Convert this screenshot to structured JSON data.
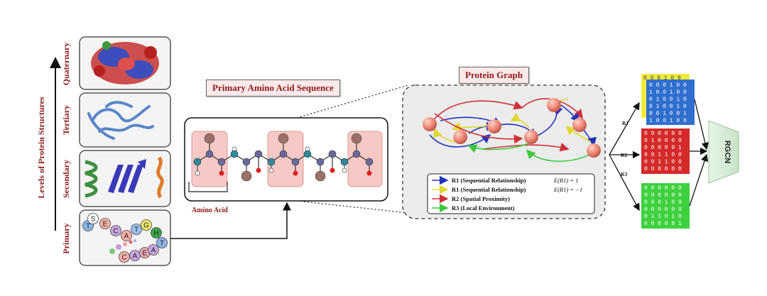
{
  "axis_label": "Levels of Protein Structures",
  "levels": [
    {
      "label": "Quaternary"
    },
    {
      "label": "Tertiary"
    },
    {
      "label": "Secondary"
    },
    {
      "label": "Primary"
    }
  ],
  "primary_letters": [
    "T",
    "S",
    "E",
    "C",
    "A",
    "T",
    "G",
    "H",
    "T",
    "C",
    "A",
    "E",
    "A"
  ],
  "sequence_title": "Primary Amino Acid Sequence",
  "amino_acid_label": "Amino Acid",
  "graph_title": "Protein Graph",
  "legend": [
    {
      "label": "R1 (Sequential Relationship)",
      "formula": "E(R1) = 1",
      "color": "#2233bb"
    },
    {
      "label": "R1 (Sequential Relationship)",
      "formula": "E(R1) = −1",
      "color": "#e8e23a"
    },
    {
      "label": "R2 (Spatial Proximity)",
      "formula": "",
      "color": "#d0303a"
    },
    {
      "label": "R3 (Local Environment)",
      "formula": "",
      "color": "#3cc83c"
    }
  ],
  "relation_labels": [
    "R1",
    "R2",
    "R3"
  ],
  "rgcn_label": "RGCN",
  "matrix_colors": {
    "r1_back": "#f2ea3a",
    "r1": "#2f6fd0",
    "r2": "#d42a2a",
    "r3": "#3ed13e"
  },
  "matrix_r1": [
    "0 0 0 1 0 0",
    "1 0 0 1 0 0",
    "0 1 0 0 1 0",
    "0 1 0 0 1 0",
    "0 0 1 0 0 1",
    "1 0 0 1 0 0"
  ],
  "matrix_r2": [
    "0 0 0 0 0 0",
    "0 1 0 0 0 0",
    "0 0 0 0 0 1",
    "0 0 1 1 0 0",
    "0 0 1 1 0 0",
    "0 0 0 0 0 0"
  ],
  "matrix_r3": [
    "0 0 0 0 0 0",
    "0 0 0 0 0 0",
    "0 0 0 1 0 0",
    "0 0 0 0 0 0",
    "0 1 1 0 1 0",
    "0 0 0 0 0 1"
  ]
}
